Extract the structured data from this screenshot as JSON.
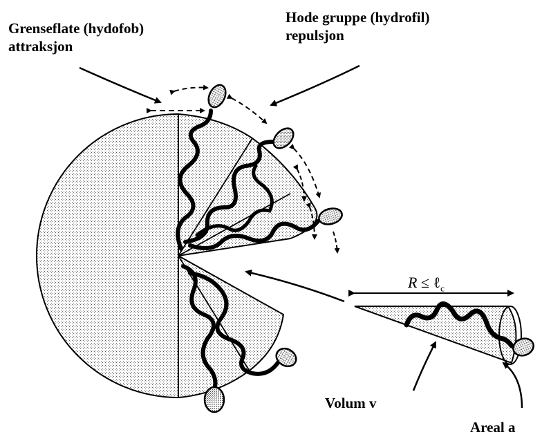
{
  "labels": {
    "interface_line1": "Grenseflate (hydofob)",
    "interface_line2": "attraksjon",
    "head_line1": "Hode gruppe (hydrofil)",
    "head_line2": "repulsjon",
    "volume": "Volum  v",
    "area": "Areal a",
    "radius_symbol": "R",
    "radius_relation": "≤",
    "chain_length_symbol": "ℓ",
    "chain_length_subscript": "c"
  }
}
